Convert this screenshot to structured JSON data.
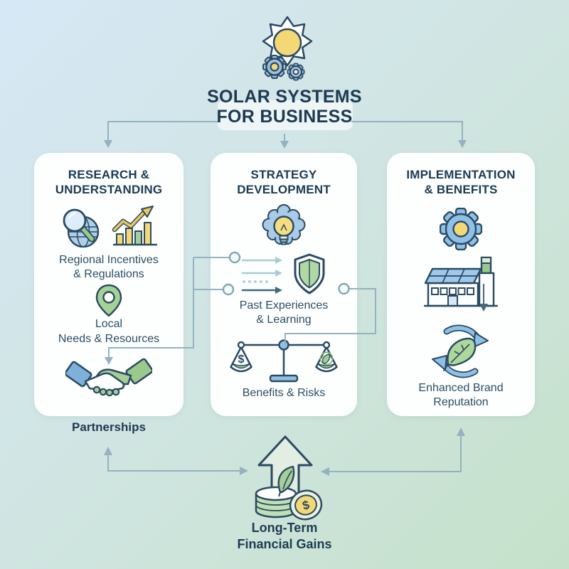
{
  "title": {
    "line1": "SOLAR SYSTEMS",
    "line2": "FOR BUSINESS"
  },
  "columns": {
    "research": {
      "header": "RESEARCH &\nUNDERSTANDING",
      "label_incentives": "Regional Incentives\n& Regulations",
      "label_local": "Local\nNeeds & Resources",
      "label_partnerships": "Partnerships"
    },
    "strategy": {
      "header": "STRATEGY\nDEVELOPMENT",
      "label_past": "Past Experiences\n& Learning",
      "label_benefits": "Benefits & Risks"
    },
    "implementation": {
      "header": "IMPLEMENTATION\n& BENEFITS",
      "label_brand": "Enhanced Brand\nReputation"
    }
  },
  "bottom": {
    "label_gains": "Long-Term\nFinancial Gains"
  },
  "glyphs": {
    "dollar": "$"
  },
  "icons": {
    "top": "sun-gears-icon",
    "research": [
      "globe-magnifier-icon",
      "growth-chart-icon",
      "location-pin-icon",
      "handshake-icon"
    ],
    "strategy": [
      "brain-lightbulb-icon",
      "arrows-right-icon",
      "shield-icon",
      "balance-scale-icon"
    ],
    "implementation": [
      "gear-icon",
      "solar-factory-icon",
      "recycle-leaf-icon"
    ],
    "bottom": [
      "up-arrow-coins-leaf-icon"
    ]
  },
  "colors": {
    "background_top": "#d6e8f6",
    "background_bottom": "#c5e1ca",
    "card": "#fdfffe",
    "heading": "#1d3a52",
    "body_text": "#2d4d63",
    "outline_navy": "#2b4a63",
    "accent_blue": "#8fc1e6",
    "accent_yellow": "#f5d876",
    "accent_green": "#a5cf97",
    "connector": "#94b2bf"
  }
}
